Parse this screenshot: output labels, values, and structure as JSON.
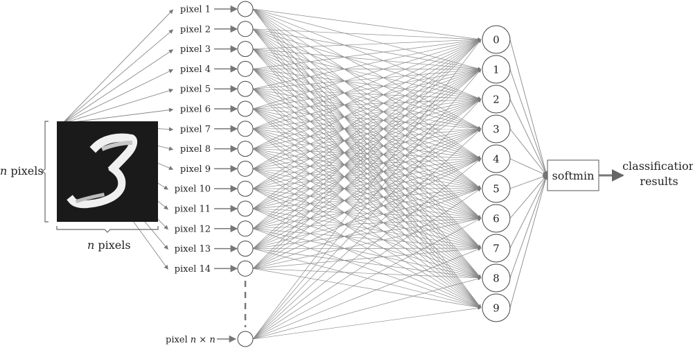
{
  "diagram": {
    "pixel_labels": [
      "pixel 1",
      "pixel 2",
      "pixel 3",
      "pixel 4",
      "pixel 5",
      "pixel 6",
      "pixel 7",
      "pixel 8",
      "pixel 9",
      "pixel 10",
      "pixel 11",
      "pixel 12",
      "pixel 13",
      "pixel 14"
    ],
    "last_pixel": {
      "prefix": "pixel ",
      "n1": "n",
      "times": " × ",
      "n2": "n"
    },
    "left_dim": {
      "n": "n",
      "rest": " pixels"
    },
    "bottom_dim": {
      "n": "n",
      "rest": " pixels"
    },
    "output_labels": [
      "0",
      "1",
      "2",
      "3",
      "4",
      "5",
      "6",
      "7",
      "8",
      "9"
    ],
    "softmin_label": "softmin",
    "result_line1": "classification",
    "result_line2": "results",
    "colors": {
      "line": "#888888",
      "stroke": "#444444",
      "image_bg": "#1a1a1a",
      "digit": "#f2f2f2"
    }
  }
}
